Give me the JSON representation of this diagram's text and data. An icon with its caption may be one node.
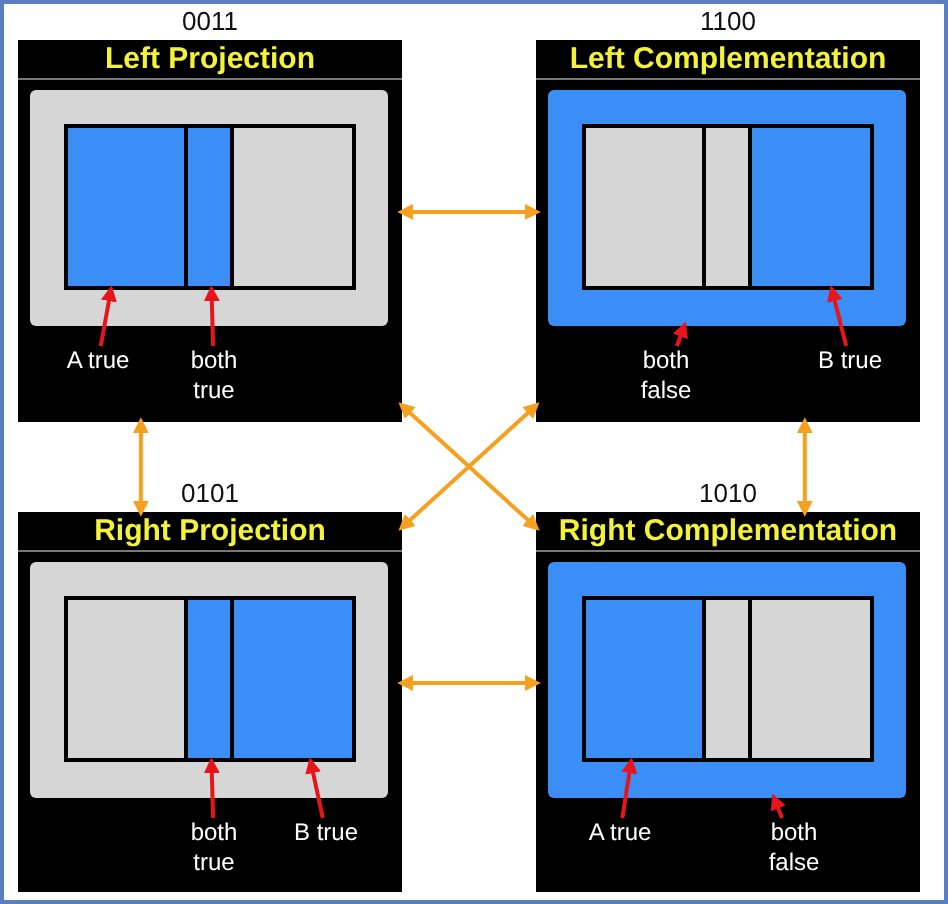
{
  "diagram": {
    "nodes": [
      {
        "text": [
          "Left Projection"
        ],
        "beside": [
          "0011"
        ]
      },
      {
        "text": [],
        "shape": "box",
        "in": 0
      },
      {
        "text": [],
        "shape": "box",
        "in": 1
      },
      {
        "text": [],
        "shape": "box",
        "in": 1
      },
      {
        "text": [],
        "shape": "box",
        "in": 1
      },
      {
        "text": [
          "A true"
        ],
        "in": 0
      },
      {
        "text": [
          "both true"
        ],
        "in": 0
      },
      {
        "text": [
          "Left Complementation"
        ],
        "beside": [
          "1100"
        ]
      },
      {
        "text": [],
        "shape": "box",
        "in": 7
      },
      {
        "text": [],
        "shape": "box",
        "in": 8
      },
      {
        "text": [],
        "shape": "box",
        "in": 8
      },
      {
        "text": [],
        "shape": "box",
        "in": 8
      },
      {
        "text": [
          "both false"
        ],
        "in": 7
      },
      {
        "text": [
          "B true"
        ],
        "in": 7
      },
      {
        "text": [
          "Right Projection"
        ],
        "beside": [
          "0101"
        ]
      },
      {
        "text": [],
        "shape": "box",
        "in": 14
      },
      {
        "text": [],
        "shape": "box",
        "in": 15
      },
      {
        "text": [],
        "shape": "box",
        "in": 15
      },
      {
        "text": [],
        "shape": "box",
        "in": 15
      },
      {
        "text": [
          "both true"
        ],
        "in": 14
      },
      {
        "text": [
          "B true"
        ],
        "in": 14
      },
      {
        "text": [
          "Right Complementation"
        ],
        "beside": [
          "1010"
        ]
      },
      {
        "text": [],
        "shape": "box",
        "in": 21
      },
      {
        "text": [],
        "shape": "box",
        "in": 22
      },
      {
        "text": [],
        "shape": "box",
        "in": 22
      },
      {
        "text": [],
        "shape": "box",
        "in": 22
      },
      {
        "text": [
          "A true"
        ],
        "in": 21
      },
      {
        "text": [
          "both false"
        ],
        "in": 21
      }
    ],
    "edges": [
      {
        "from": 0,
        "to": 7,
        "arrow": "both",
        "color": "#f5a01e"
      },
      {
        "from": 0,
        "to": 14,
        "arrow": "both",
        "color": "#f5a01e"
      },
      {
        "from": 7,
        "to": 21,
        "arrow": "both",
        "color": "#f5a01e"
      },
      {
        "from": 14,
        "to": 21,
        "arrow": "both",
        "color": "#f5a01e"
      },
      {
        "from": 0,
        "to": 21,
        "arrow": "both",
        "color": "#f5a01e"
      },
      {
        "from": 7,
        "to": 14,
        "arrow": "both",
        "color": "#f5a01e"
      },
      {
        "from": 5,
        "to": 2,
        "arrow": "to",
        "color": "#e8141c"
      },
      {
        "from": 6,
        "to": 3,
        "arrow": "to",
        "color": "#e8141c"
      },
      {
        "from": 12,
        "to": 8,
        "arrow": "to",
        "color": "#e8141c"
      },
      {
        "from": 13,
        "to": 11,
        "arrow": "to",
        "color": "#e8141c"
      },
      {
        "from": 19,
        "to": 17,
        "arrow": "to",
        "color": "#e8141c"
      },
      {
        "from": 20,
        "to": 18,
        "arrow": "to",
        "color": "#e8141c"
      },
      {
        "from": 26,
        "to": 23,
        "arrow": "to",
        "color": "#e8141c"
      },
      {
        "from": 27,
        "to": 22,
        "arrow": "to",
        "color": "#e8141c"
      }
    ]
  }
}
